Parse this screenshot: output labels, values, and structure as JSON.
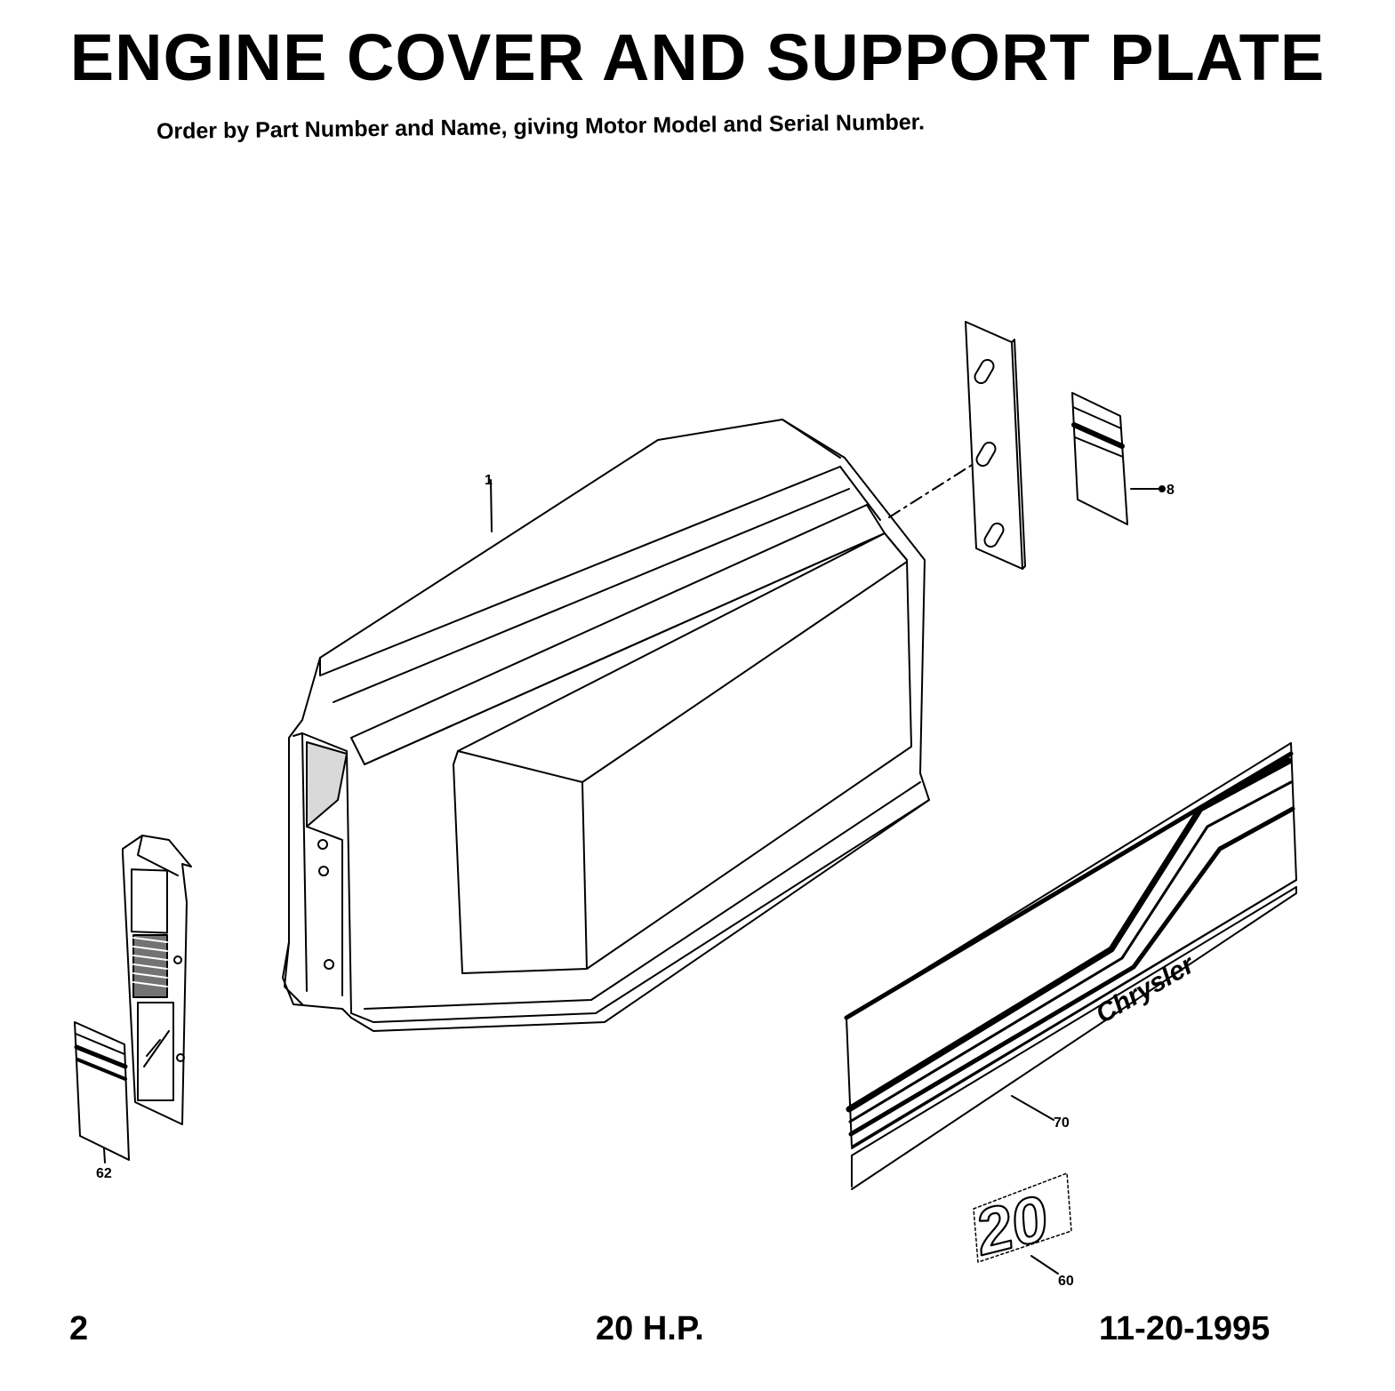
{
  "page": {
    "title": "ENGINE COVER AND SUPPORT PLATE",
    "instruction": "Order by Part Number and Name, giving Motor Model and Serial Number."
  },
  "callouts": {
    "engine_cover": "1",
    "support_plate_decal": "8",
    "side_decal_left": "62",
    "side_decal_right": "70",
    "hp_decal": "60"
  },
  "decal_text": {
    "brand": "Chrysler",
    "hp_number": "20"
  },
  "footer": {
    "page_number": "2",
    "model": "20 H.P.",
    "date": "11-20-1995"
  }
}
